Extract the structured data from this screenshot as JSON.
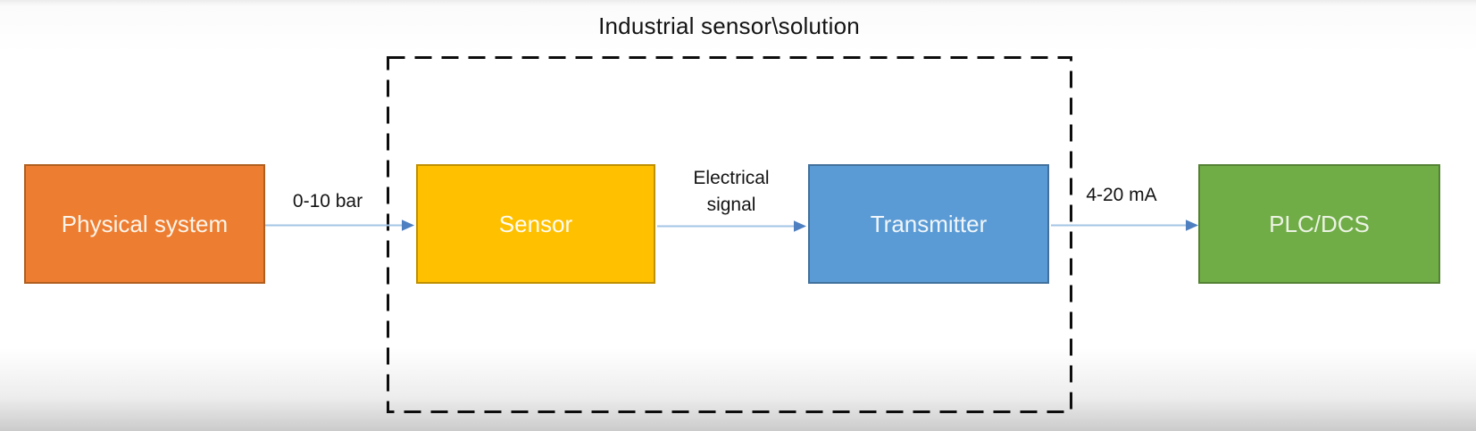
{
  "diagram": {
    "title": "Industrial sensor\\solution",
    "boxes": [
      {
        "name": "physical-system",
        "label": "Physical system",
        "fill": "#ED7D31",
        "border": "#B05E1E",
        "text_color": "#FDF5EA"
      },
      {
        "name": "sensor",
        "label": "Sensor",
        "fill": "#FFC000",
        "border": "#BF9000",
        "text_color": "#FFFDF4"
      },
      {
        "name": "transmitter",
        "label": "Transmitter",
        "fill": "#5B9BD5",
        "border": "#41719C",
        "text_color": "#F0F6FB"
      },
      {
        "name": "plc-dcs",
        "label": "PLC/DCS",
        "fill": "#70AD47",
        "border": "#548235",
        "text_color": "#ECF3E3"
      }
    ],
    "connectors": [
      {
        "from": "Physical system",
        "to": "Sensor",
        "label": "0-10 bar"
      },
      {
        "from": "Sensor",
        "to": "Transmitter",
        "label": "Electrical signal"
      },
      {
        "from": "Transmitter",
        "to": "PLC/DCS",
        "label": "4-20 mA"
      }
    ],
    "boundary": {
      "label": "Industrial sensor\\solution",
      "style": "dashed",
      "color": "#0D0D0D",
      "contains": [
        "Sensor",
        "Transmitter"
      ]
    },
    "arrow": {
      "line_color": "#A3C4E6",
      "head_color": "#4E7FC0"
    }
  },
  "cursor": {
    "visible": true,
    "type": "arrow-pointer"
  }
}
